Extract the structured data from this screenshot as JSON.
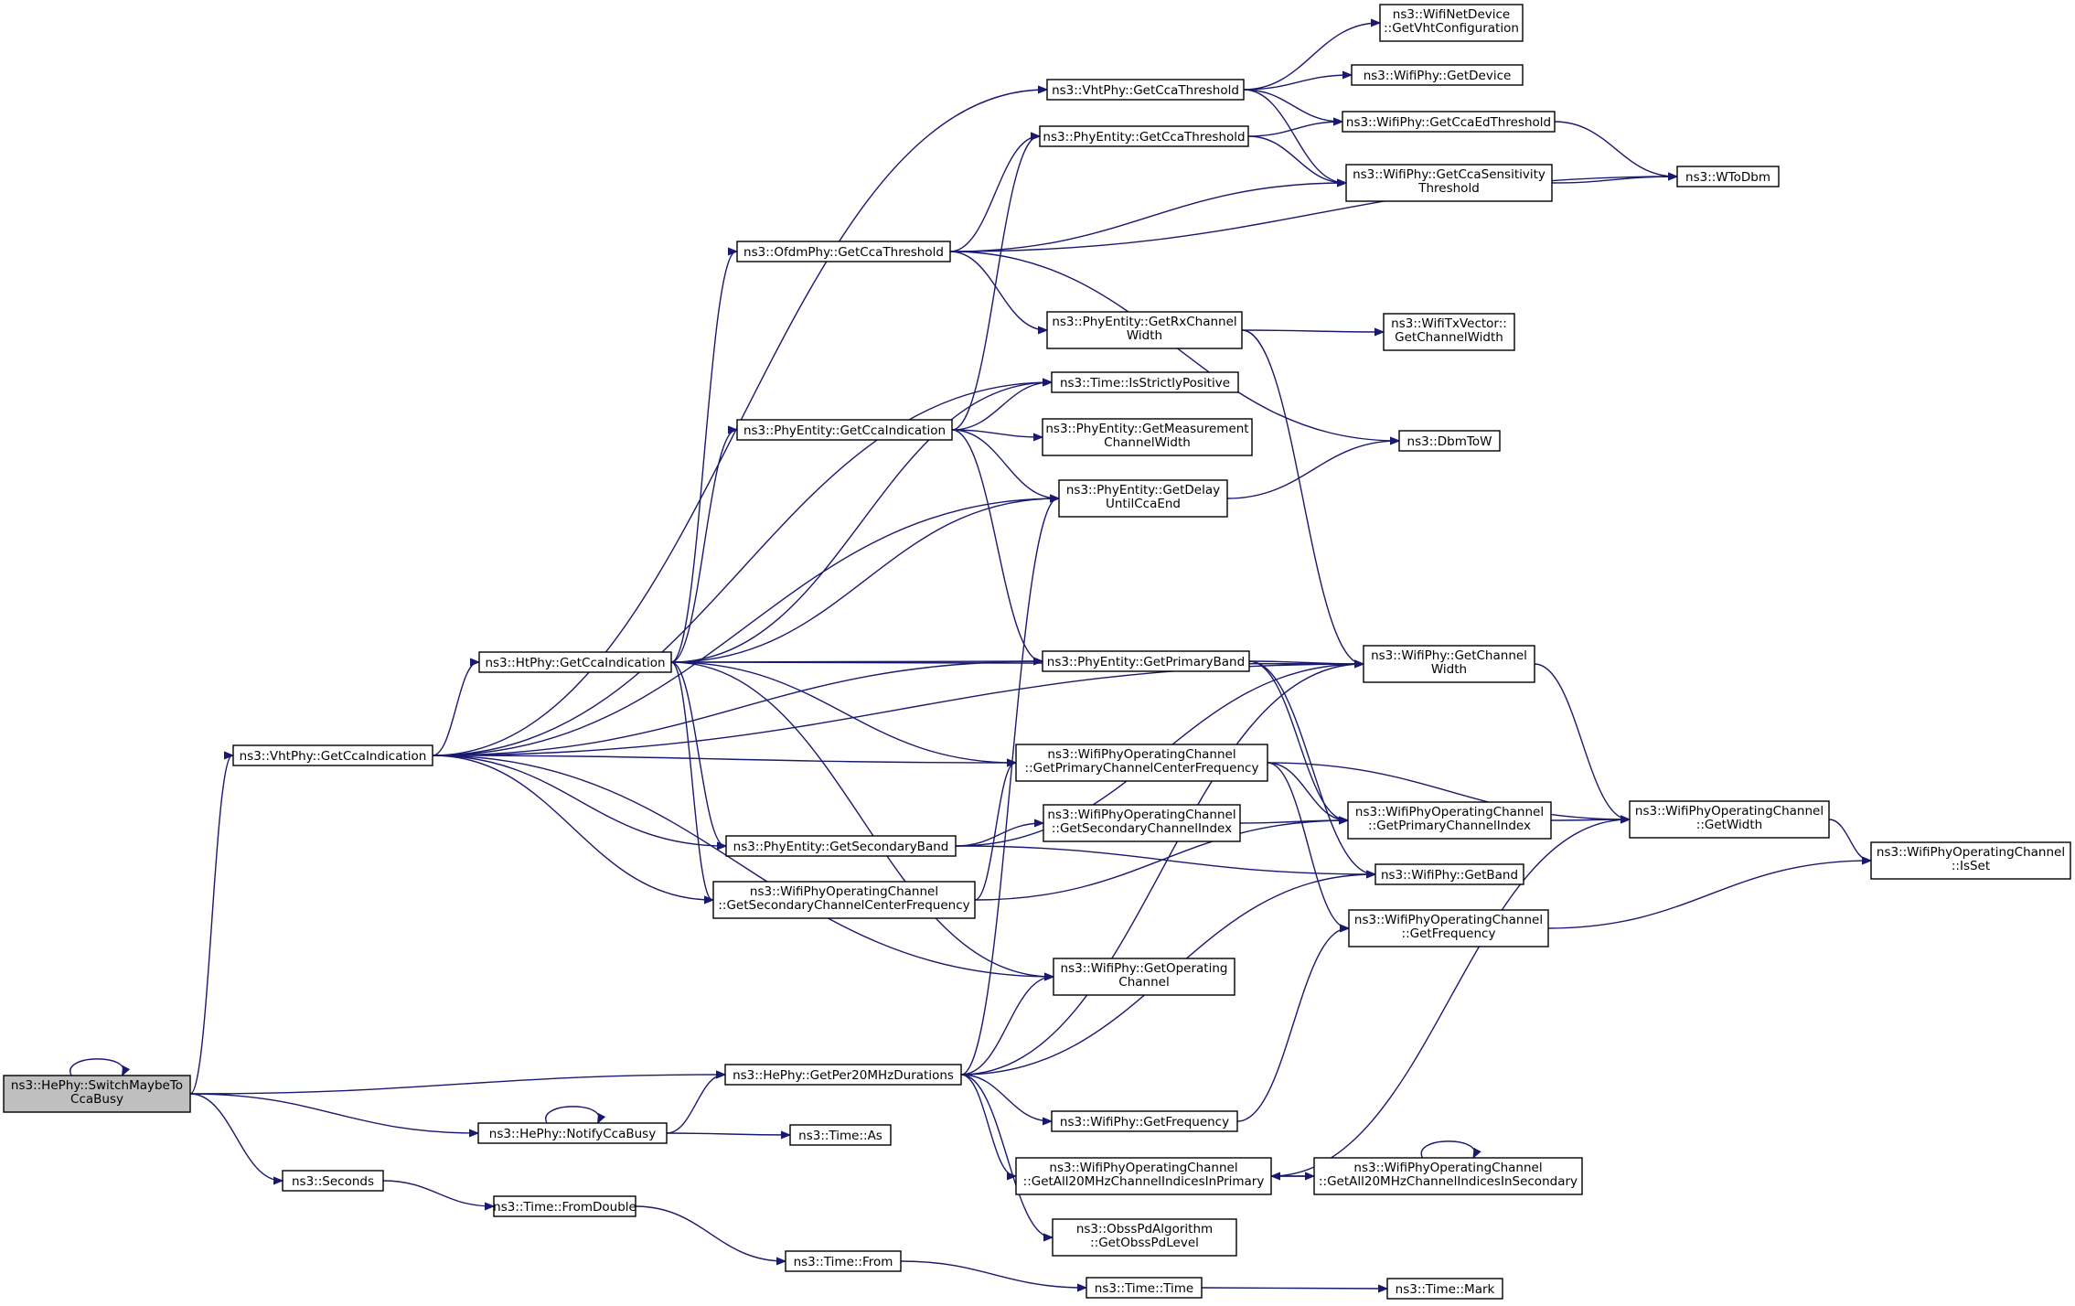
{
  "diagram": {
    "nodes": [
      {
        "id": "switch",
        "lines": [
          "ns3::HePhy::SwitchMaybeTo",
          "CcaBusy"
        ],
        "highlight": true
      },
      {
        "id": "vht_cca_ind",
        "lines": [
          "ns3::VhtPhy::GetCcaIndication"
        ]
      },
      {
        "id": "ht_cca_ind",
        "lines": [
          "ns3::HtPhy::GetCcaIndication"
        ]
      },
      {
        "id": "notify",
        "lines": [
          "ns3::HePhy::NotifyCcaBusy"
        ]
      },
      {
        "id": "seconds",
        "lines": [
          "ns3::Seconds"
        ]
      },
      {
        "id": "ofdm_thr",
        "lines": [
          "ns3::OfdmPhy::GetCcaThreshold"
        ]
      },
      {
        "id": "pe_cca_ind",
        "lines": [
          "ns3::PhyEntity::GetCcaIndication"
        ]
      },
      {
        "id": "pe_sec_band",
        "lines": [
          "ns3::PhyEntity::GetSecondaryBand"
        ]
      },
      {
        "id": "wpoc_sec_cf",
        "lines": [
          "ns3::WifiPhyOperatingChannel",
          "::GetSecondaryChannelCenterFrequency"
        ]
      },
      {
        "id": "per20",
        "lines": [
          "ns3::HePhy::GetPer20MHzDurations"
        ]
      },
      {
        "id": "time_fromdouble",
        "lines": [
          "ns3::Time::FromDouble"
        ]
      },
      {
        "id": "time_from",
        "lines": [
          "ns3::Time::From"
        ]
      },
      {
        "id": "time_as",
        "lines": [
          "ns3::Time::As"
        ]
      },
      {
        "id": "vht_thr",
        "lines": [
          "ns3::VhtPhy::GetCcaThreshold"
        ]
      },
      {
        "id": "pe_thr",
        "lines": [
          "ns3::PhyEntity::GetCcaThreshold"
        ]
      },
      {
        "id": "pe_rxcw",
        "lines": [
          "ns3::PhyEntity::GetRxChannel",
          "Width"
        ]
      },
      {
        "id": "strict",
        "lines": [
          "ns3::Time::IsStrictlyPositive"
        ]
      },
      {
        "id": "meas",
        "lines": [
          "ns3::PhyEntity::GetMeasurement",
          "ChannelWidth"
        ]
      },
      {
        "id": "delay",
        "lines": [
          "ns3::PhyEntity::GetDelay",
          "UntilCcaEnd"
        ]
      },
      {
        "id": "prim_band",
        "lines": [
          "ns3::PhyEntity::GetPrimaryBand"
        ]
      },
      {
        "id": "wpoc_prim_cf",
        "lines": [
          "ns3::WifiPhyOperatingChannel",
          "::GetPrimaryChannelCenterFrequency"
        ]
      },
      {
        "id": "wpoc_sec_idx",
        "lines": [
          "ns3::WifiPhyOperatingChannel",
          "::GetSecondaryChannelIndex"
        ]
      },
      {
        "id": "wp_getop",
        "lines": [
          "ns3::WifiPhy::GetOperating",
          "Channel"
        ]
      },
      {
        "id": "wp_freq",
        "lines": [
          "ns3::WifiPhy::GetFrequency"
        ]
      },
      {
        "id": "wpoc_all_prim",
        "lines": [
          "ns3::WifiPhyOperatingChannel",
          "::GetAll20MHzChannelIndicesInPrimary"
        ]
      },
      {
        "id": "obss",
        "lines": [
          "ns3::ObssPdAlgorithm",
          "::GetObssPdLevel"
        ]
      },
      {
        "id": "time_time",
        "lines": [
          "ns3::Time::Time"
        ]
      },
      {
        "id": "wnd_vht",
        "lines": [
          "ns3::WifiNetDevice",
          "::GetVhtConfiguration"
        ]
      },
      {
        "id": "wp_dev",
        "lines": [
          "ns3::WifiPhy::GetDevice"
        ]
      },
      {
        "id": "wp_cca_ed",
        "lines": [
          "ns3::WifiPhy::GetCcaEdThreshold"
        ]
      },
      {
        "id": "wp_cca_sens",
        "lines": [
          "ns3::WifiPhy::GetCcaSensitivity",
          "Threshold"
        ]
      },
      {
        "id": "txvec_cw",
        "lines": [
          "ns3::WifiTxVector::",
          "GetChannelWidth"
        ]
      },
      {
        "id": "dbmtow",
        "lines": [
          "ns3::DbmToW"
        ]
      },
      {
        "id": "wp_chw",
        "lines": [
          "ns3::WifiPhy::GetChannel",
          "Width"
        ]
      },
      {
        "id": "wpoc_prim_idx",
        "lines": [
          "ns3::WifiPhyOperatingChannel",
          "::GetPrimaryChannelIndex"
        ]
      },
      {
        "id": "wp_band",
        "lines": [
          "ns3::WifiPhy::GetBand"
        ]
      },
      {
        "id": "wpoc_freq",
        "lines": [
          "ns3::WifiPhyOperatingChannel",
          "::GetFrequency"
        ]
      },
      {
        "id": "wpoc_all_sec",
        "lines": [
          "ns3::WifiPhyOperatingChannel",
          "::GetAll20MHzChannelIndicesInSecondary"
        ]
      },
      {
        "id": "time_mark",
        "lines": [
          "ns3::Time::Mark"
        ]
      },
      {
        "id": "wtodbm",
        "lines": [
          "ns3::WToDbm"
        ]
      },
      {
        "id": "wpoc_width",
        "lines": [
          "ns3::WifiPhyOperatingChannel",
          "::GetWidth"
        ]
      },
      {
        "id": "wpoc_isset",
        "lines": [
          "ns3::WifiPhyOperatingChannel",
          "::IsSet"
        ]
      }
    ],
    "edges": [
      [
        "switch",
        "switch"
      ],
      [
        "switch",
        "vht_cca_ind"
      ],
      [
        "switch",
        "per20"
      ],
      [
        "switch",
        "notify"
      ],
      [
        "switch",
        "seconds"
      ],
      [
        "vht_cca_ind",
        "vht_thr"
      ],
      [
        "vht_cca_ind",
        "strict"
      ],
      [
        "vht_cca_ind",
        "delay"
      ],
      [
        "vht_cca_ind",
        "wp_chw"
      ],
      [
        "vht_cca_ind",
        "ht_cca_ind"
      ],
      [
        "vht_cca_ind",
        "prim_band"
      ],
      [
        "vht_cca_ind",
        "wpoc_prim_cf"
      ],
      [
        "vht_cca_ind",
        "pe_sec_band"
      ],
      [
        "vht_cca_ind",
        "wpoc_sec_cf"
      ],
      [
        "vht_cca_ind",
        "wp_getop"
      ],
      [
        "ht_cca_ind",
        "ofdm_thr"
      ],
      [
        "ht_cca_ind",
        "strict"
      ],
      [
        "ht_cca_ind",
        "pe_cca_ind"
      ],
      [
        "ht_cca_ind",
        "delay"
      ],
      [
        "ht_cca_ind",
        "wp_chw"
      ],
      [
        "ht_cca_ind",
        "prim_band"
      ],
      [
        "ht_cca_ind",
        "wpoc_prim_cf"
      ],
      [
        "ht_cca_ind",
        "pe_sec_band"
      ],
      [
        "ht_cca_ind",
        "wpoc_sec_cf"
      ],
      [
        "ht_cca_ind",
        "wp_getop"
      ],
      [
        "ofdm_thr",
        "pe_thr"
      ],
      [
        "ofdm_thr",
        "wp_cca_sens"
      ],
      [
        "ofdm_thr",
        "wtodbm"
      ],
      [
        "ofdm_thr",
        "pe_rxcw"
      ],
      [
        "ofdm_thr",
        "dbmtow"
      ],
      [
        "pe_cca_ind",
        "pe_thr"
      ],
      [
        "pe_cca_ind",
        "strict"
      ],
      [
        "pe_cca_ind",
        "meas"
      ],
      [
        "pe_cca_ind",
        "delay"
      ],
      [
        "pe_cca_ind",
        "prim_band"
      ],
      [
        "pe_sec_band",
        "wpoc_sec_idx"
      ],
      [
        "pe_sec_band",
        "wp_chw"
      ],
      [
        "pe_sec_band",
        "wp_band"
      ],
      [
        "wpoc_sec_cf",
        "wpoc_prim_cf"
      ],
      [
        "wpoc_sec_cf",
        "wpoc_prim_idx"
      ],
      [
        "notify",
        "notify"
      ],
      [
        "notify",
        "per20"
      ],
      [
        "notify",
        "time_as"
      ],
      [
        "seconds",
        "time_fromdouble"
      ],
      [
        "time_fromdouble",
        "time_from"
      ],
      [
        "time_from",
        "time_time"
      ],
      [
        "time_time",
        "time_mark"
      ],
      [
        "per20",
        "delay"
      ],
      [
        "per20",
        "wp_getop"
      ],
      [
        "per20",
        "wp_chw"
      ],
      [
        "per20",
        "wp_band"
      ],
      [
        "per20",
        "wp_freq"
      ],
      [
        "per20",
        "wpoc_all_prim"
      ],
      [
        "per20",
        "obss"
      ],
      [
        "vht_thr",
        "wnd_vht"
      ],
      [
        "vht_thr",
        "wp_dev"
      ],
      [
        "vht_thr",
        "wp_cca_ed"
      ],
      [
        "vht_thr",
        "wp_cca_sens"
      ],
      [
        "pe_thr",
        "wp_cca_ed"
      ],
      [
        "pe_thr",
        "wp_cca_sens"
      ],
      [
        "pe_rxcw",
        "txvec_cw"
      ],
      [
        "pe_rxcw",
        "wp_chw"
      ],
      [
        "delay",
        "dbmtow"
      ],
      [
        "prim_band",
        "wp_chw"
      ],
      [
        "prim_band",
        "wpoc_prim_idx"
      ],
      [
        "prim_band",
        "wp_band"
      ],
      [
        "wpoc_prim_cf",
        "wpoc_prim_idx"
      ],
      [
        "wpoc_prim_cf",
        "wpoc_width"
      ],
      [
        "wpoc_prim_cf",
        "wpoc_freq"
      ],
      [
        "wpoc_sec_idx",
        "wpoc_prim_idx"
      ],
      [
        "wp_freq",
        "wpoc_freq"
      ],
      [
        "wpoc_all_prim",
        "wpoc_all_sec"
      ],
      [
        "wpoc_all_prim",
        "wpoc_width"
      ],
      [
        "wpoc_all_sec",
        "wpoc_all_prim"
      ],
      [
        "wpoc_all_sec",
        "wpoc_all_sec"
      ],
      [
        "wp_cca_ed",
        "wtodbm"
      ],
      [
        "wp_cca_sens",
        "wtodbm"
      ],
      [
        "wp_chw",
        "wpoc_width"
      ],
      [
        "wpoc_prim_idx",
        "wpoc_width"
      ],
      [
        "wpoc_freq",
        "wpoc_isset"
      ],
      [
        "wpoc_width",
        "wpoc_isset"
      ]
    ]
  }
}
